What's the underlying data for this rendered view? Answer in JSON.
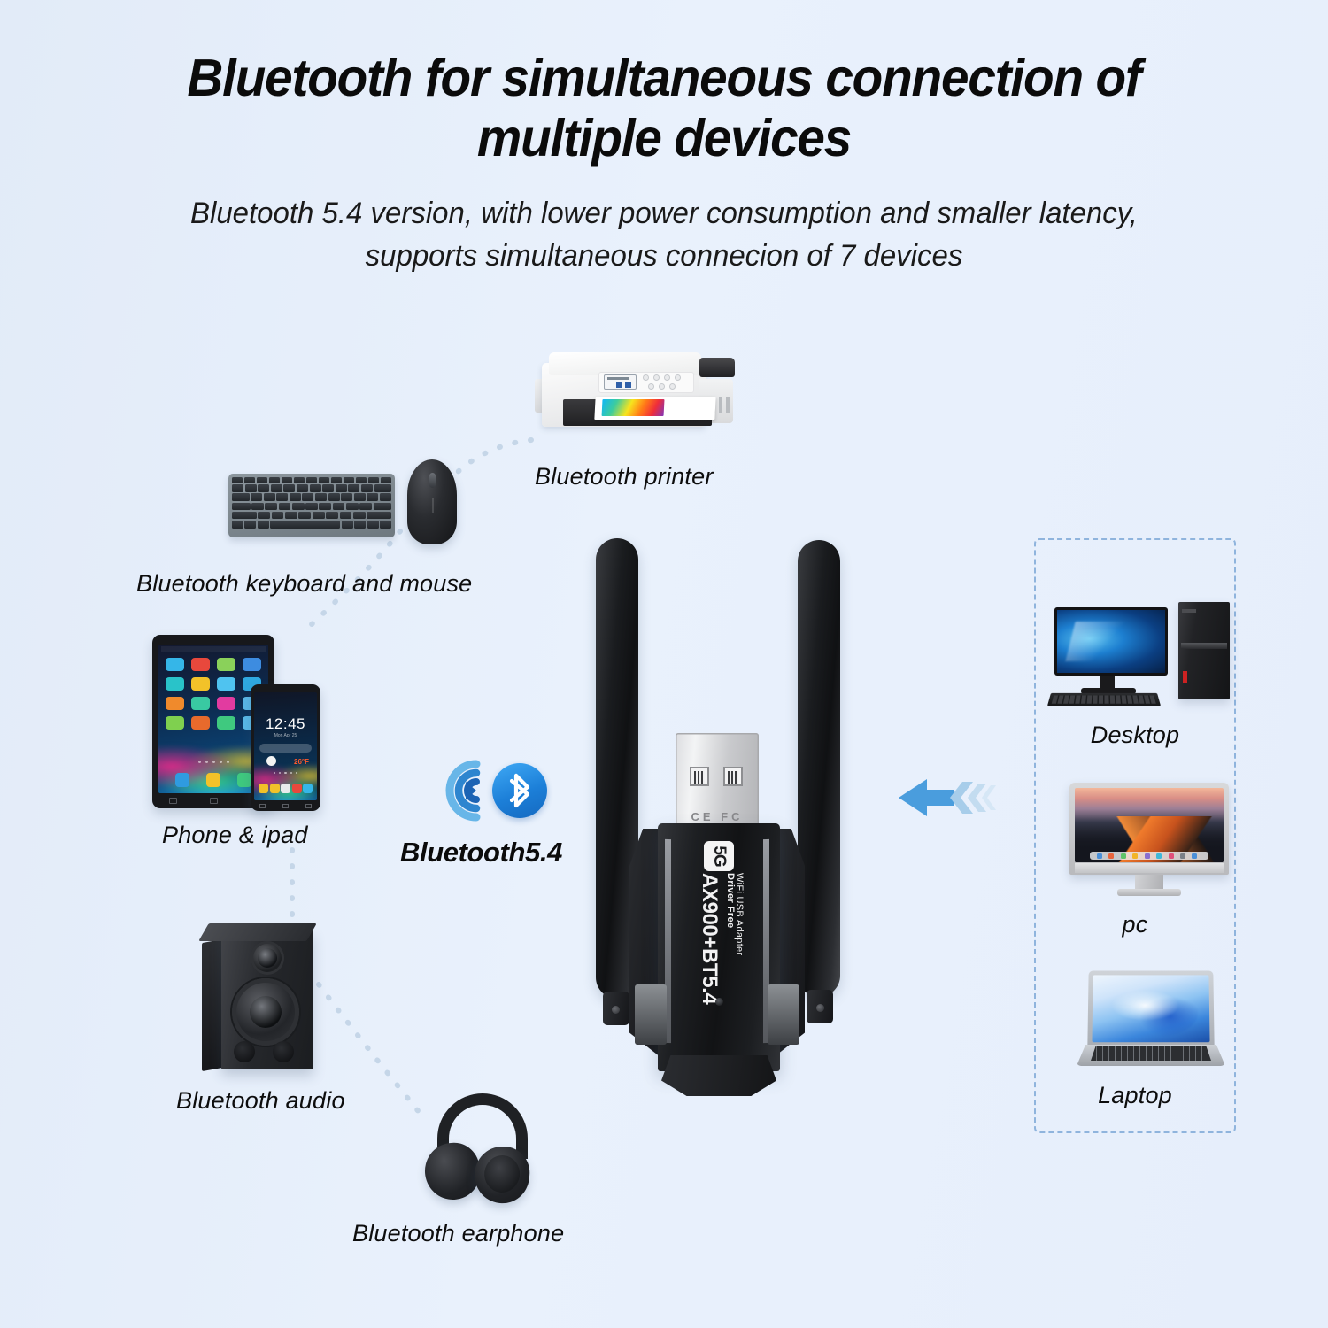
{
  "header": {
    "title": "Bluetooth for simultaneous connection of multiple devices",
    "subtitle": "Bluetooth 5.4 version, with lower power consumption and smaller latency, supports simultaneous connecion of 7 devices"
  },
  "center": {
    "bluetooth_label": "Bluetooth5.4",
    "wifi_icon": "wifi-signal-icon",
    "bluetooth_icon": "bluetooth-icon",
    "arrow_icon": "left-arrow-icon"
  },
  "product": {
    "model": "AX900+BT5.4",
    "driver_text": "Driver Free",
    "type_text": "WiFi USB Adapter",
    "band_badge": "5G",
    "cert_marks": "CE FC",
    "antenna_count": 2
  },
  "left_devices": [
    {
      "label": "Bluetooth printer",
      "icon": "printer-icon"
    },
    {
      "label": "Bluetooth keyboard and mouse",
      "icon": "keyboard-mouse-icon"
    },
    {
      "label": "Phone & ipad",
      "icon": "phone-tablet-icon"
    },
    {
      "label": "Bluetooth audio",
      "icon": "speaker-icon"
    },
    {
      "label": "Bluetooth earphone",
      "icon": "headphones-icon"
    }
  ],
  "phone_screen": {
    "time": "12:45",
    "date": "Mon Apr 25",
    "temperature": "26°F"
  },
  "right_panel": {
    "items": [
      {
        "label": "Desktop",
        "icon": "desktop-computer-icon"
      },
      {
        "label": "pc",
        "icon": "imac-icon"
      },
      {
        "label": "Laptop",
        "icon": "laptop-icon"
      }
    ]
  },
  "colors": {
    "background_start": "#e2ebf8",
    "background_end": "#e9f1fc",
    "bluetooth_blue": "#1c7fd8",
    "arrow_blue": "#4a9ddd",
    "panel_border": "#8fb4dd",
    "dotted_line": "#c5d6e8",
    "text_dark": "#0b0b0b"
  }
}
